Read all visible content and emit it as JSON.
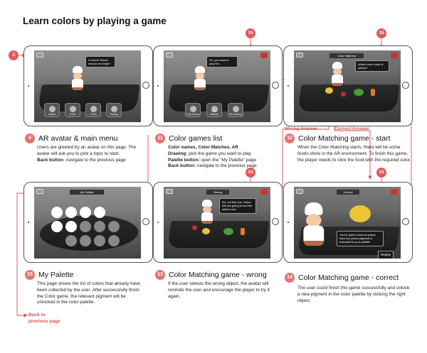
{
  "page": {
    "title": "Learn colors by playing a game"
  },
  "colors": {
    "accent": "#e05a5a",
    "arrow": "#d9534f"
  },
  "screens": {
    "main_menu": {
      "bubble": "Hi there! Where should we begin?",
      "menu_items": [
        "Gallery",
        "Colors",
        "Foods",
        "Clothing"
      ]
    },
    "games_list": {
      "bubble": "So, you want to play the...",
      "menu_items": [
        "Color Names",
        "Color Matches",
        "AR Drawing"
      ],
      "badge": "15"
    },
    "matching_start": {
      "topbar": "Color Matches",
      "bubble": "Which one's color is yellow?",
      "badge": "15"
    },
    "palette": {
      "topbar": "My Palette"
    },
    "matching_wrong": {
      "topbar": "Wrong",
      "bubble": "No, not this one. Haha. We are going to find the yellow one.",
      "badge": "15"
    },
    "matching_correct": {
      "topbar": "Correct",
      "bubble": "You're right! Lemon is yellow. Now the yellow pigment is unlocked in your palette!",
      "replay": "Replay",
      "badge": "15"
    }
  },
  "badges": {
    "top_left": "3",
    "top_mid": "15",
    "top_right": "15"
  },
  "sections": {
    "s5": {
      "num": "5",
      "title": "AR avatar & main menu",
      "desc_1": "Users are greeted by an avatar on this page. The avatar will ask you to pick a topic to start.",
      "desc_b": "Back button:",
      "desc_2": " navigate to the previous page"
    },
    "s11": {
      "num": "11",
      "title": "Color games list",
      "line1": "Color names, Color Matches, AR",
      "line2_b": "Drawing:",
      "line2": " pick the game you want to play",
      "line3_b": "Palette button:",
      "line3": " open the \"My Palette\" page",
      "line4_b": "Back button:",
      "line4": " navigate to the previous page"
    },
    "s12": {
      "num": "12",
      "title": "Color Matching game - start",
      "desc": "When the Color Matching starts, there will be some foods show in the AR environment. To finish this game, the player needs to click the food with the required color."
    },
    "s15": {
      "num": "15",
      "title": "My Palette",
      "desc": "This page shows the list of colors that already have been collected by the user. After successfully finish the Color game, the relevant pigment will be unlocked in the color palette."
    },
    "s13": {
      "num": "13",
      "title": "Color Matching game - wrong",
      "desc": "If the user selects the wrong object, the avatar will reminds the user and encourage the player to try it again."
    },
    "s14": {
      "num": "14",
      "title": "Color Matching game - correct",
      "desc": "The user could finish this game successfully and unlock a new pigment in the color palette by clicking the right object."
    }
  },
  "flow_labels": {
    "wrong": "Wrong Answer",
    "correct": "Correct Answer",
    "back_1": "Back to",
    "back_2": "previous page"
  }
}
